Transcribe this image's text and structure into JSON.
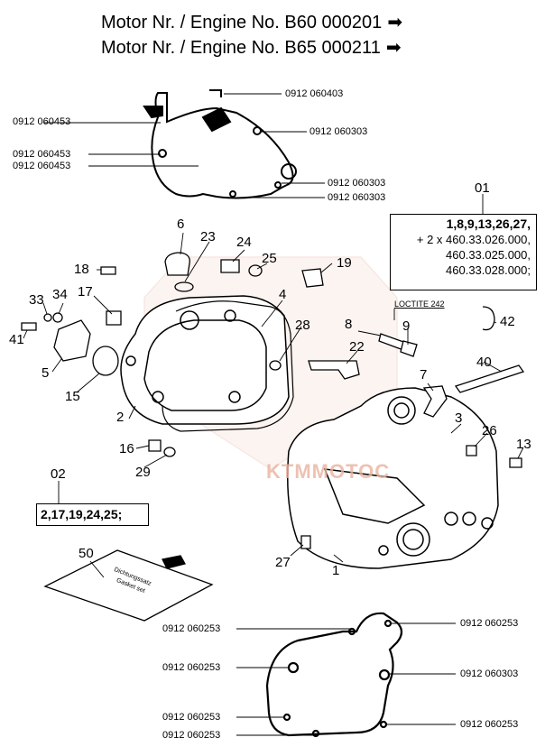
{
  "header": {
    "line1": "Motor Nr. / Engine No. B60 000201",
    "line2": "Motor Nr. / Engine No. B65 000211",
    "arrow": "➡"
  },
  "gasket_callouts": {
    "g_060403": "0912 060403",
    "g_060453_a": "0912 060453",
    "g_060303_a": "0912 060303",
    "g_060453_b": "0912 060453",
    "g_060453_c": "0912 060453",
    "g_060303_b": "0912 060303",
    "g_060303_c": "0912 060303"
  },
  "bottom_callouts": {
    "b_left_1": "0912 060253",
    "b_right_1": "0912 060253",
    "b_left_2": "0912 060253",
    "b_right_2": "0912 060303",
    "b_left_3": "0912 060253",
    "b_right_3": "0912 060253",
    "b_left_4": "0912 060253"
  },
  "kit01": {
    "number": "01",
    "line1": "1,8,9,13,26,27,",
    "line2": "+ 2 x 460.33.026.000,",
    "line3": "460.33.025.000,",
    "line4": "460.33.028.000;"
  },
  "kit02": {
    "number": "02",
    "line1": "2,17,19,24,25;"
  },
  "loctite": "LOCTITE 242",
  "watermark": "KTMMOTOC",
  "parts": {
    "p1": "1",
    "p2": "2",
    "p3": "3",
    "p4": "4",
    "p5": "5",
    "p6": "6",
    "p7": "7",
    "p8": "8",
    "p9": "9",
    "p13": "13",
    "p15": "15",
    "p16": "16",
    "p17": "17",
    "p18": "18",
    "p19": "19",
    "p22": "22",
    "p23": "23",
    "p24": "24",
    "p25": "25",
    "p26": "26",
    "p27": "27",
    "p28": "28",
    "p29": "29",
    "p33": "33",
    "p34": "34",
    "p40": "40",
    "p41": "41",
    "p42": "42",
    "p50": "50"
  },
  "booklet": {
    "line1": "Dichtungssatz",
    "line2": "Gasket set"
  }
}
